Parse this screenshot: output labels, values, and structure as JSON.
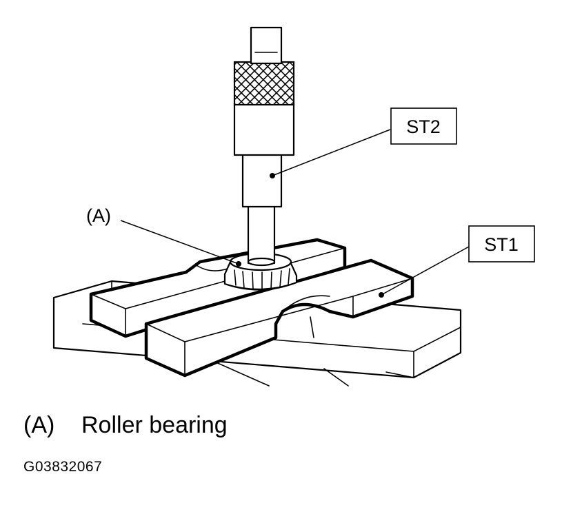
{
  "labels": {
    "st2": "ST2",
    "st1": "ST1",
    "callout_a": "(A)"
  },
  "legend": {
    "key": "(A)",
    "text": "Roller bearing"
  },
  "figure_id": "G03832067"
}
